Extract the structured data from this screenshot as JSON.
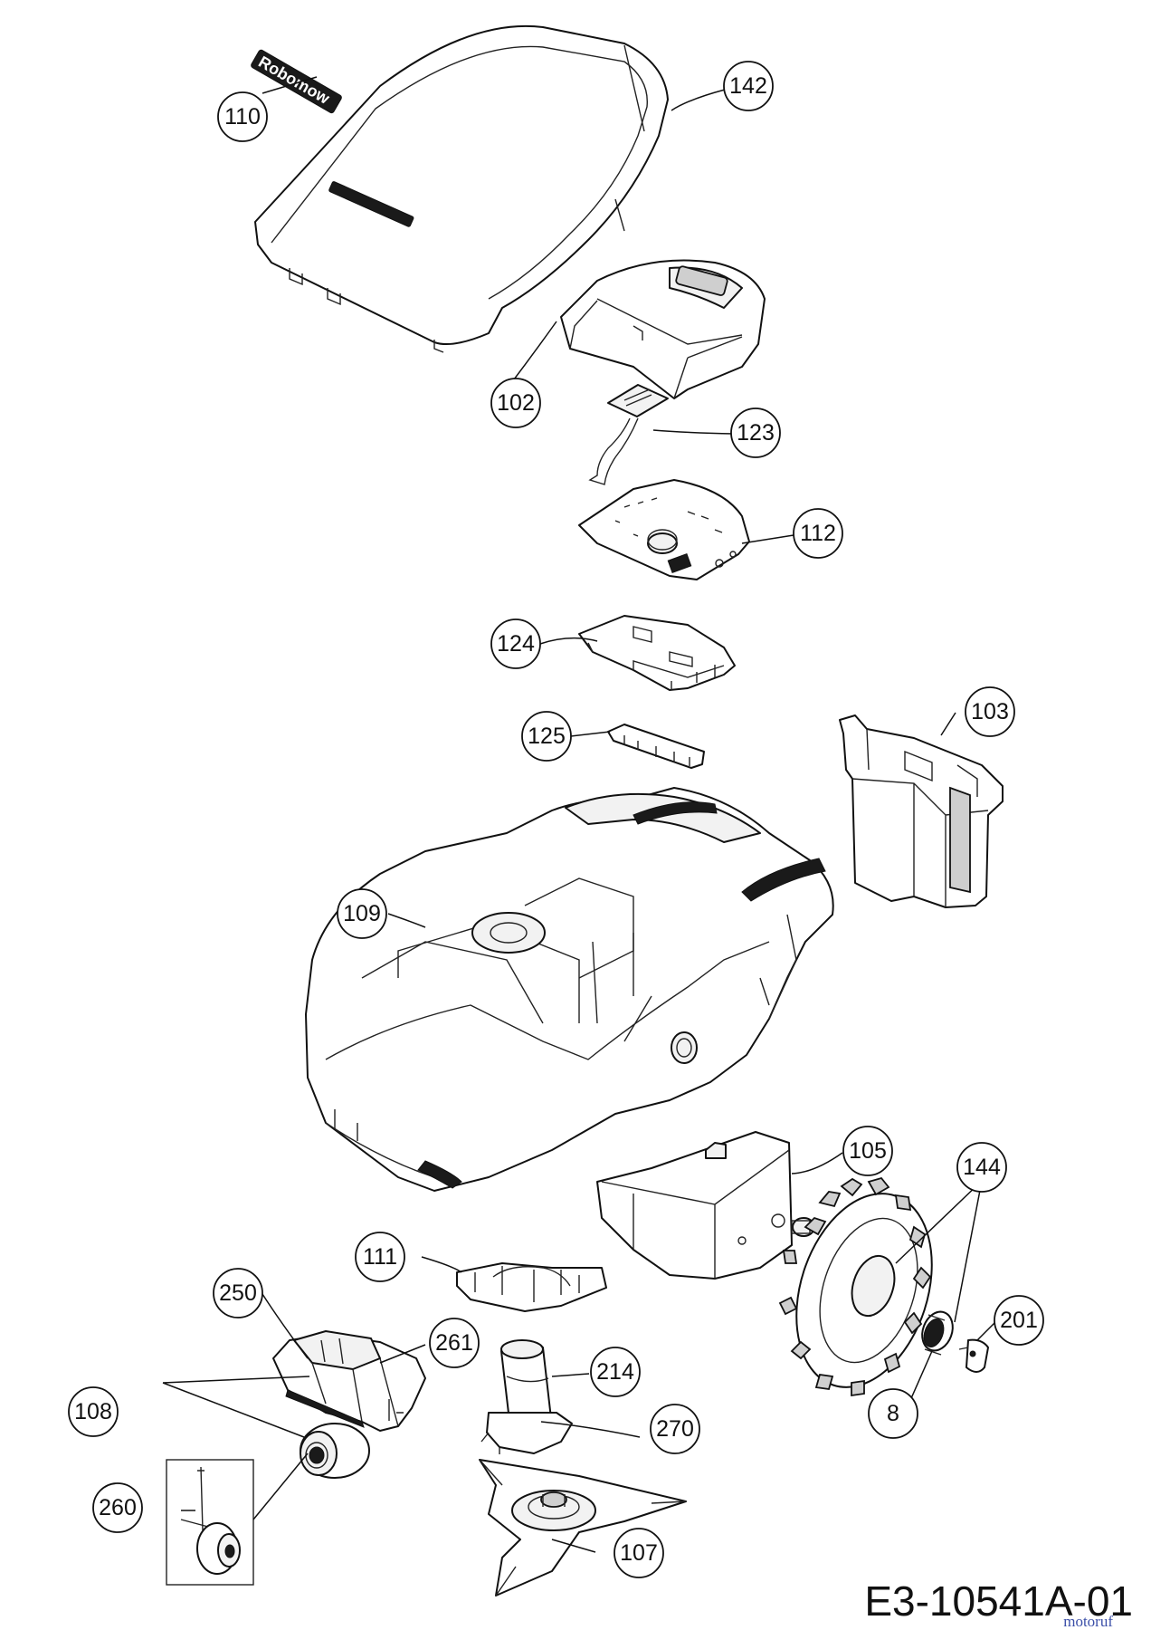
{
  "brand": {
    "label": "Robomow"
  },
  "callouts": [
    {
      "id": "110",
      "label": "110"
    },
    {
      "id": "142",
      "label": "142"
    },
    {
      "id": "102",
      "label": "102"
    },
    {
      "id": "123",
      "label": "123"
    },
    {
      "id": "112",
      "label": "112"
    },
    {
      "id": "124",
      "label": "124"
    },
    {
      "id": "125",
      "label": "125"
    },
    {
      "id": "103",
      "label": "103"
    },
    {
      "id": "109",
      "label": "109"
    },
    {
      "id": "105",
      "label": "105"
    },
    {
      "id": "144",
      "label": "144"
    },
    {
      "id": "111",
      "label": "111"
    },
    {
      "id": "250",
      "label": "250"
    },
    {
      "id": "261",
      "label": "261"
    },
    {
      "id": "201",
      "label": "201"
    },
    {
      "id": "214",
      "label": "214"
    },
    {
      "id": "108",
      "label": "108"
    },
    {
      "id": "270",
      "label": "270"
    },
    {
      "id": "8",
      "label": "8"
    },
    {
      "id": "260",
      "label": "260"
    },
    {
      "id": "107",
      "label": "107"
    }
  ],
  "diagram_code": "E3-10541A-01",
  "watermark": "motoruf"
}
